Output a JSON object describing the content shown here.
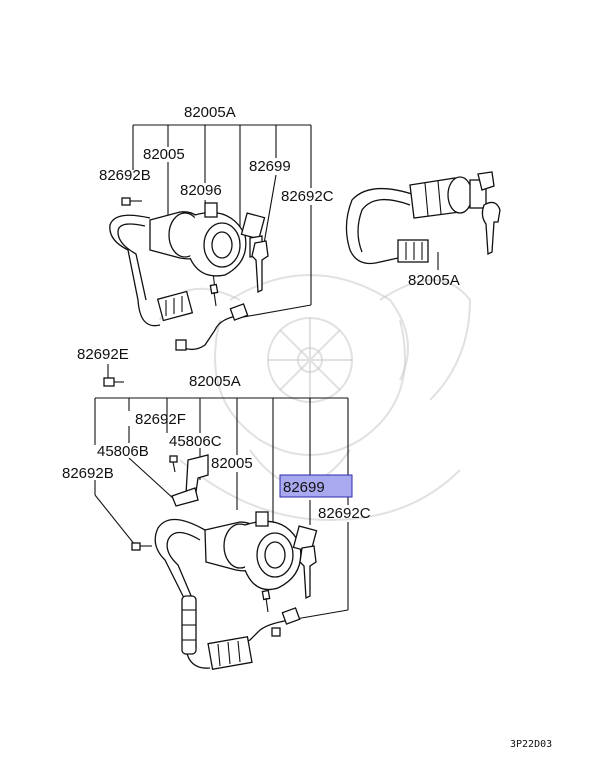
{
  "diagram": {
    "footer_code": "3P22D03",
    "highlight_color": "#a9a9f0",
    "upper_assembly": {
      "labels": {
        "main": "82005A",
        "switch": "82005",
        "screw_left": "82692B",
        "bracket": "82096",
        "key": "82699",
        "sensor": "82692C"
      }
    },
    "right_assembly": {
      "labels": {
        "main": "82005A"
      }
    },
    "lower_assembly": {
      "labels": {
        "bolt": "82692E",
        "main": "82005A",
        "screw_f": "82692F",
        "bracket_a": "45806B",
        "bracket_c": "45806C",
        "switch": "82005",
        "screw_left": "82692B",
        "key": "82699",
        "sensor": "82692C"
      },
      "highlighted_label": "82699"
    }
  }
}
